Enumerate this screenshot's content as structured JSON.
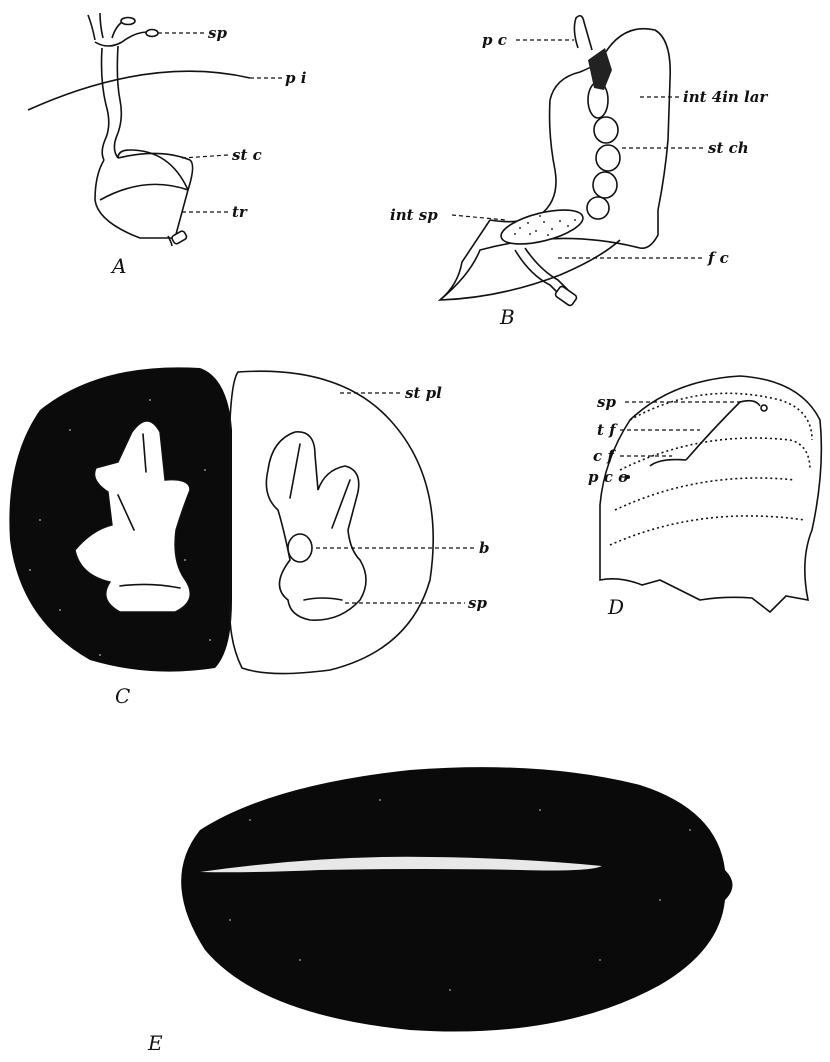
{
  "figures": {
    "A": {
      "letter": "A",
      "labels": {
        "sp": "sp",
        "pi": "p i",
        "stc": "st c",
        "tr": "tr"
      }
    },
    "B": {
      "letter": "B",
      "labels": {
        "pc": "p c",
        "int4": "int 4in lar",
        "stch": "st ch",
        "intsp": "int sp",
        "fc": "f c"
      }
    },
    "C": {
      "letter": "C",
      "labels": {
        "stpl": "st pl",
        "b": "b",
        "sp": "sp"
      }
    },
    "D": {
      "letter": "D",
      "labels": {
        "sp": "sp",
        "tf": "t f",
        "cf": "c f",
        "pco": "p c o"
      }
    },
    "E": {
      "letter": "E"
    }
  },
  "colors": {
    "ink": "#111111",
    "paper": "#ffffff"
  }
}
